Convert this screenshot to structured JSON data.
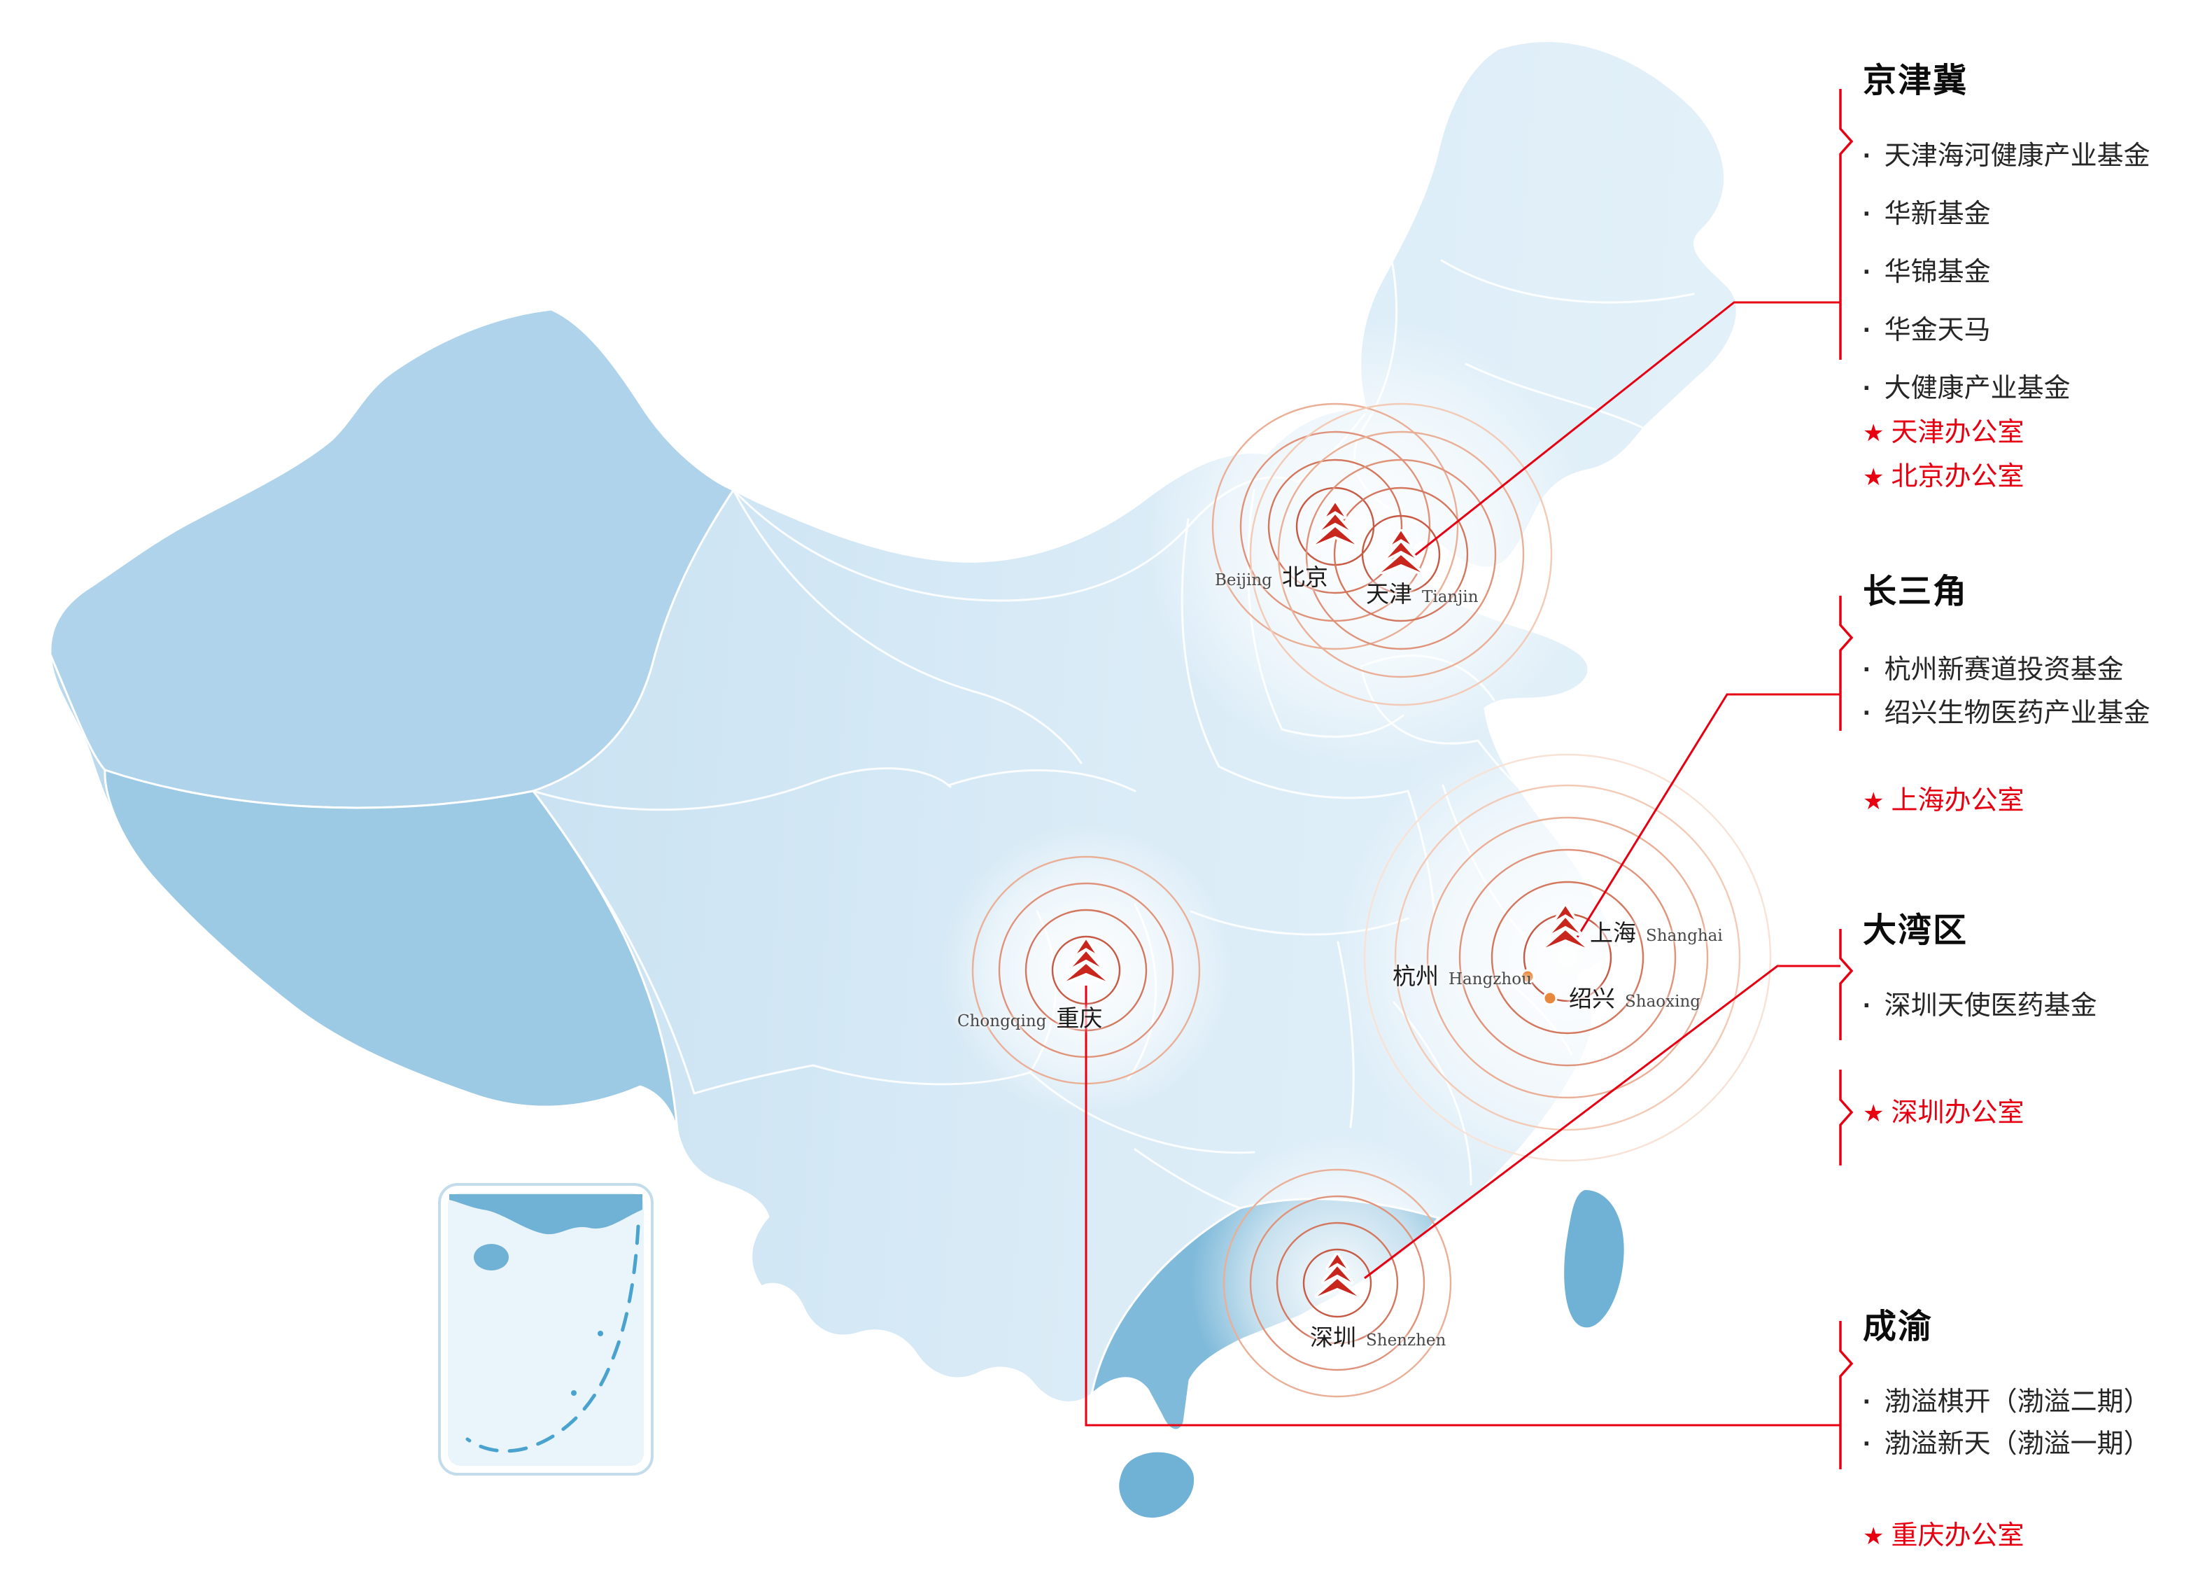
{
  "regions": [
    {
      "title": "京津冀",
      "funds": [
        "天津海河健康产业基金",
        "华新基金",
        "华锦基金",
        "华金天马",
        "大健康产业基金"
      ],
      "offices": [
        "天津办公室",
        "北京办公室"
      ]
    },
    {
      "title": "长三角",
      "funds": [
        "杭州新赛道投资基金",
        "绍兴生物医药产业基金"
      ],
      "offices": [
        "上海办公室"
      ]
    },
    {
      "title": "大湾区",
      "funds": [
        "深圳天使医药基金"
      ],
      "offices": [
        "深圳办公室"
      ]
    },
    {
      "title": "成渝",
      "funds": [
        "渤溢棋开（渤溢二期）",
        "渤溢新天（渤溢一期）"
      ],
      "offices": [
        "重庆办公室"
      ]
    }
  ],
  "cities": [
    {
      "zh": "北京",
      "en": "Beijing"
    },
    {
      "zh": "天津",
      "en": "Tianjin"
    },
    {
      "zh": "上海",
      "en": "Shanghai"
    },
    {
      "zh": "杭州",
      "en": "Hangzhou"
    },
    {
      "zh": "绍兴",
      "en": "Shaoxing"
    },
    {
      "zh": "重庆",
      "en": "Chongqing"
    },
    {
      "zh": "深圳",
      "en": "Shenzhen"
    }
  ],
  "icons": {
    "bullet": "·",
    "star": "★",
    "city_marker": "red-chevron-triangle-logo"
  },
  "colors": {
    "accent_red": "#e60012",
    "marker_red": "#c8251c",
    "ripple_orange": "#d4775f",
    "map_light": "#d9eaf6",
    "map_medium": "#aed3ea",
    "map_dark": "#79b7d8",
    "island_blue": "#6fb2d6",
    "dash_blue": "#4aa3cf"
  }
}
